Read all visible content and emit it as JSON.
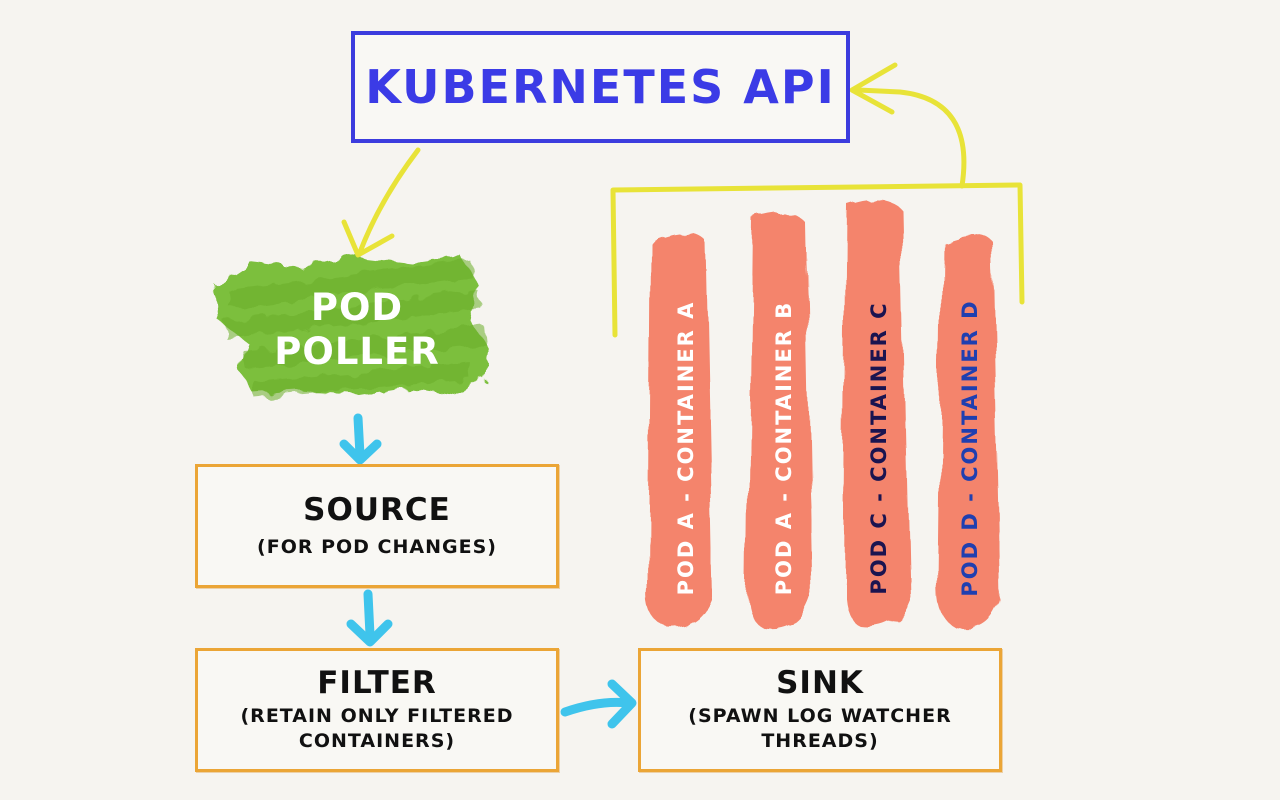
{
  "api": {
    "title": "KUBERNETES API"
  },
  "poller": {
    "line1": "POD",
    "line2": "POLLER"
  },
  "source": {
    "title": "SOURCE",
    "subtitle": "(FOR POD CHANGES)"
  },
  "filter": {
    "title": "FILTER",
    "subtitle": "(RETAIN ONLY FILTERED\nCONTAINERS)"
  },
  "sink": {
    "title": "SINK",
    "subtitle": "(SPAWN LOG WATCHER\nTHREADS)"
  },
  "containers": [
    {
      "label": "POD A - CONTAINER A",
      "color": "#ffffff"
    },
    {
      "label": "POD A - CONTAINER B",
      "color": "#ffffff"
    },
    {
      "label": "POD C - CONTAINER C",
      "color": "#1a1450"
    },
    {
      "label": "POD D - CONTAINER D",
      "color": "#1f3fb0"
    }
  ],
  "colors": {
    "background": "#f6f4f0",
    "api_border": "#3c3cde",
    "api_text": "#3b3be6",
    "box_border": "#eba536",
    "poller_fill": "#7cbf3c",
    "container_fill": "#f4846c",
    "arrow_yellow": "#e8e338",
    "arrow_cyan": "#3fc4ec"
  }
}
